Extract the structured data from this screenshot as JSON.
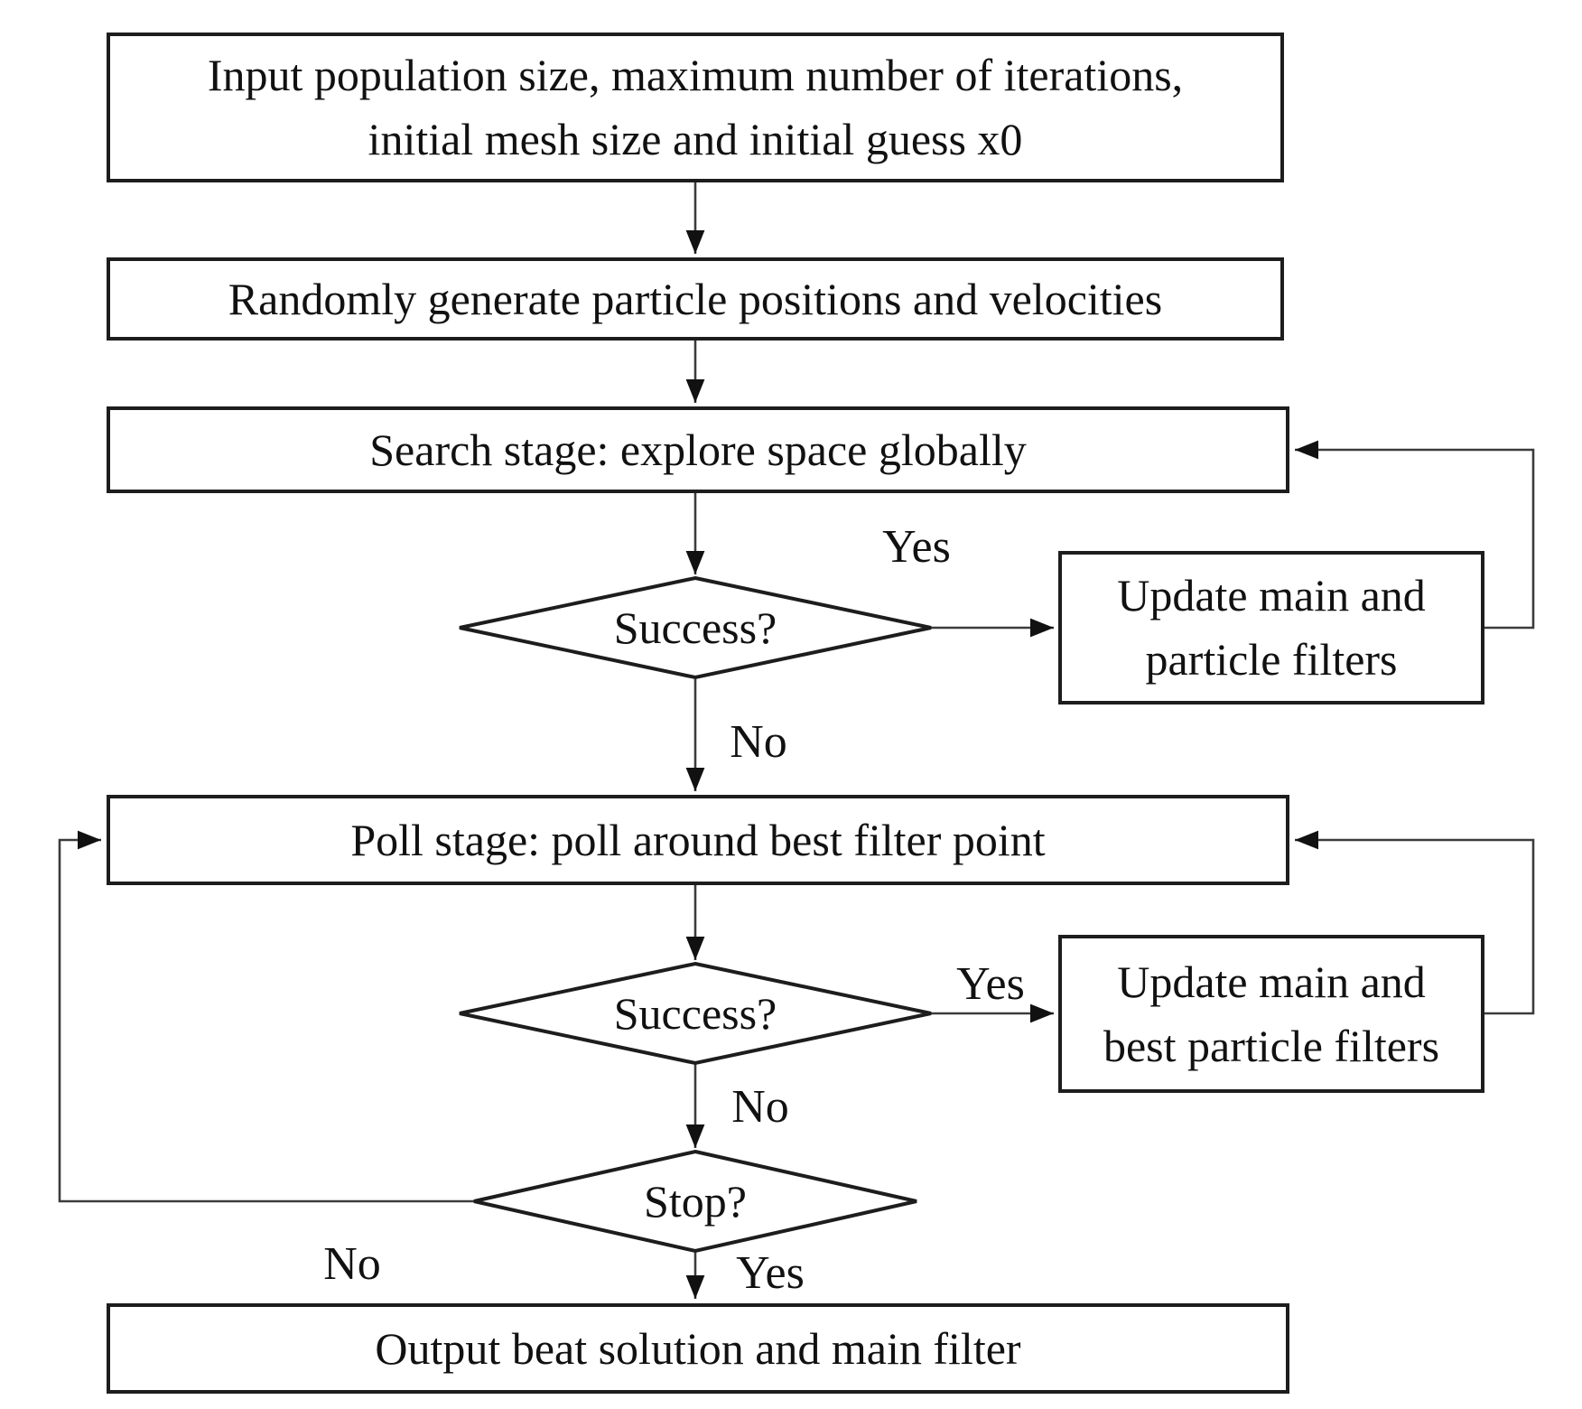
{
  "diagram": {
    "type": "flowchart",
    "background_color": "#ffffff",
    "stroke_color": "#1d1d1d",
    "wire_color": "#3c3c3c",
    "nodes": {
      "input": {
        "shape": "rectangle",
        "lines": [
          "Input population size, maximum number of iterations,",
          "initial mesh size and initial guess x0"
        ]
      },
      "random": {
        "shape": "rectangle",
        "lines": [
          "Randomly generate particle positions and velocities"
        ]
      },
      "search": {
        "shape": "rectangle",
        "lines": [
          "Search stage: explore space globally"
        ]
      },
      "success1": {
        "shape": "diamond",
        "label": "Success?"
      },
      "update1": {
        "shape": "rectangle",
        "lines": [
          "Update main and",
          "particle filters"
        ]
      },
      "poll": {
        "shape": "rectangle",
        "lines": [
          "Poll stage: poll around best filter point"
        ]
      },
      "success2": {
        "shape": "diamond",
        "label": "Success?"
      },
      "update2": {
        "shape": "rectangle",
        "lines": [
          "Update main and",
          "best particle filters"
        ]
      },
      "stop": {
        "shape": "diamond",
        "label": "Stop?"
      },
      "output": {
        "shape": "rectangle",
        "lines": [
          "Output beat solution and main filter"
        ]
      }
    },
    "edge_labels": {
      "success1_yes": "Yes",
      "success1_no": "No",
      "success2_yes": "Yes",
      "success2_no": "No",
      "stop_no": "No",
      "stop_yes": "Yes"
    },
    "edges": [
      {
        "from": "input",
        "to": "random",
        "label": ""
      },
      {
        "from": "random",
        "to": "search",
        "label": ""
      },
      {
        "from": "search",
        "to": "success1",
        "label": ""
      },
      {
        "from": "success1",
        "to": "update1",
        "label": "Yes"
      },
      {
        "from": "update1",
        "to": "search",
        "label": ""
      },
      {
        "from": "success1",
        "to": "poll",
        "label": "No"
      },
      {
        "from": "poll",
        "to": "success2",
        "label": ""
      },
      {
        "from": "success2",
        "to": "update2",
        "label": "Yes"
      },
      {
        "from": "update2",
        "to": "poll",
        "label": ""
      },
      {
        "from": "success2",
        "to": "stop",
        "label": "No"
      },
      {
        "from": "stop",
        "to": "poll",
        "label": "No"
      },
      {
        "from": "stop",
        "to": "output",
        "label": "Yes"
      }
    ]
  }
}
